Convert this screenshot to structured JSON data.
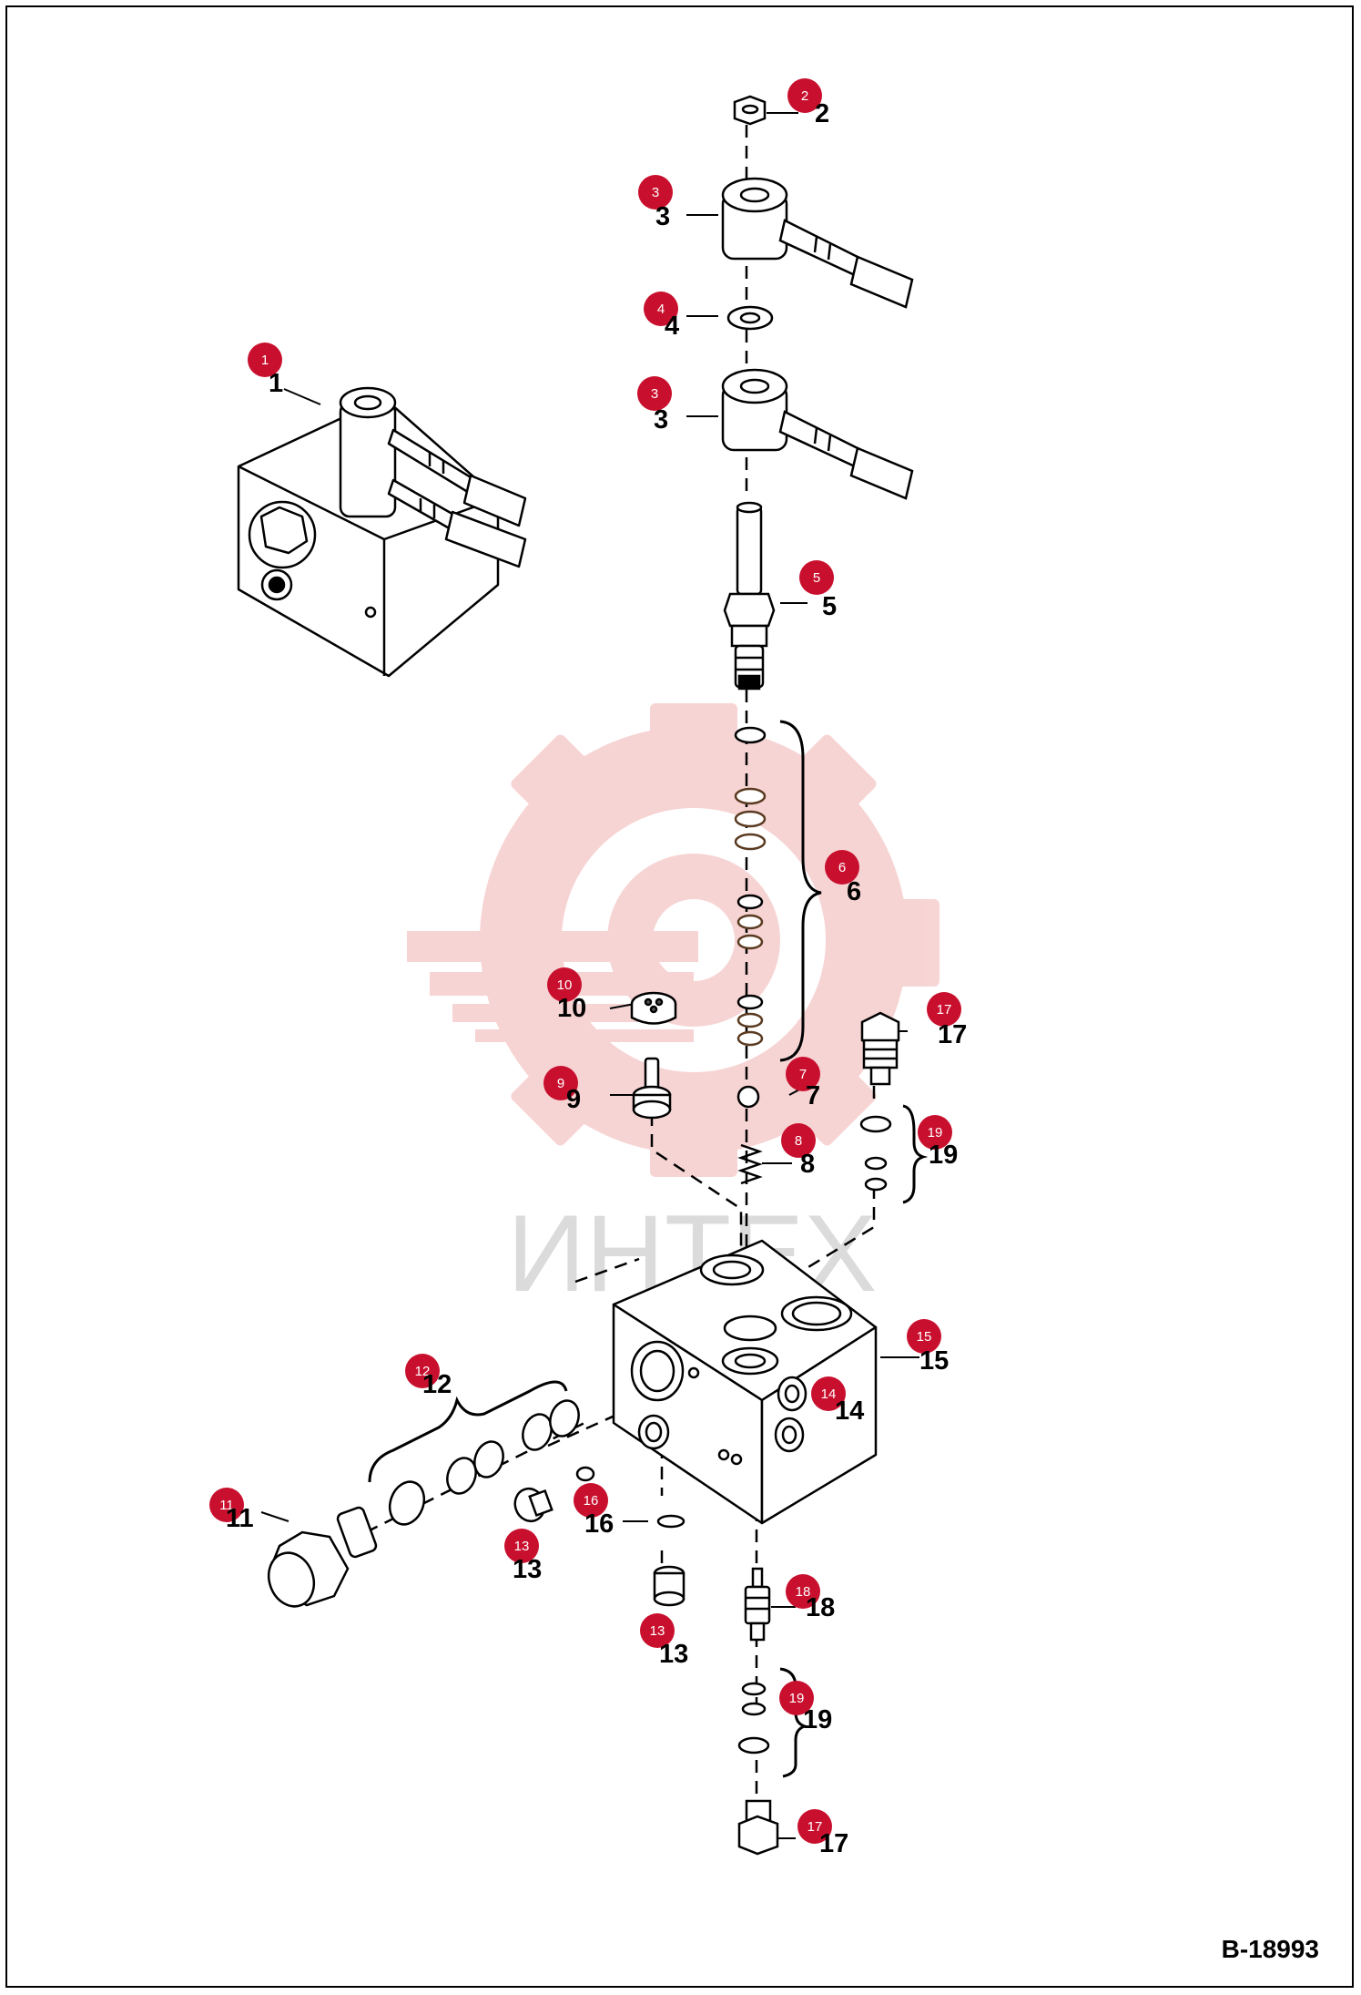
{
  "document_code": "B-18993",
  "watermark_text": "ИНТЕХ",
  "colors": {
    "badge": "#c8102e",
    "watermark": "#f5c9c9",
    "line": "#000000"
  },
  "callouts": [
    {
      "id": "c1",
      "badge": "1",
      "label": "1"
    },
    {
      "id": "c2",
      "badge": "2",
      "label": "2"
    },
    {
      "id": "c3a",
      "badge": "3",
      "label": "3"
    },
    {
      "id": "c4",
      "badge": "4",
      "label": "4"
    },
    {
      "id": "c3b",
      "badge": "3",
      "label": "3"
    },
    {
      "id": "c5",
      "badge": "5",
      "label": "5"
    },
    {
      "id": "c6",
      "badge": "6",
      "label": "6"
    },
    {
      "id": "c10",
      "badge": "10",
      "label": "10"
    },
    {
      "id": "c17a",
      "badge": "17",
      "label": "17"
    },
    {
      "id": "c9",
      "badge": "9",
      "label": "9"
    },
    {
      "id": "c7",
      "badge": "7",
      "label": "7"
    },
    {
      "id": "c8",
      "badge": "8",
      "label": "8"
    },
    {
      "id": "c19a",
      "badge": "19",
      "label": "19"
    },
    {
      "id": "c15",
      "badge": "15",
      "label": "15"
    },
    {
      "id": "c12",
      "badge": "12",
      "label": "12"
    },
    {
      "id": "c14",
      "badge": "14",
      "label": "14"
    },
    {
      "id": "c11",
      "badge": "11",
      "label": "11"
    },
    {
      "id": "c16",
      "badge": "16",
      "label": "16"
    },
    {
      "id": "c13a",
      "badge": "13",
      "label": "13"
    },
    {
      "id": "c13b",
      "badge": "13",
      "label": "13"
    },
    {
      "id": "c18",
      "badge": "18",
      "label": "18"
    },
    {
      "id": "c19b",
      "badge": "19",
      "label": "19"
    },
    {
      "id": "c17b",
      "badge": "17",
      "label": "17"
    }
  ]
}
